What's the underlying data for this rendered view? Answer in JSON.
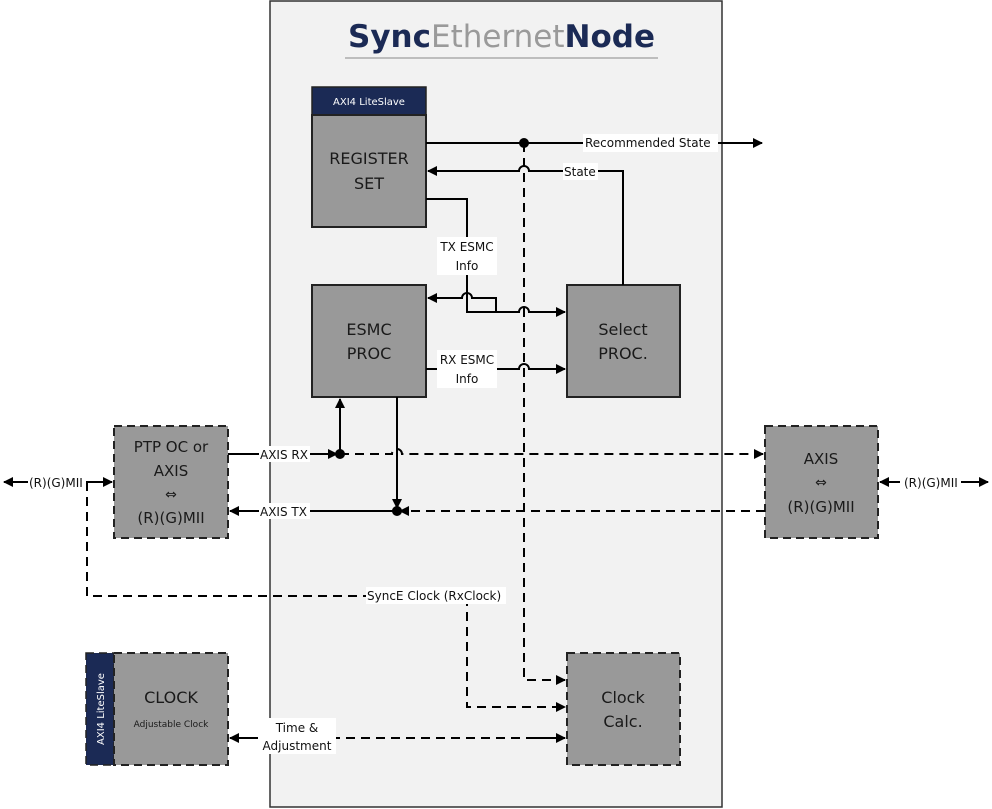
{
  "title": {
    "part1": "Sync",
    "part2": "Ethernet",
    "part3": "Node"
  },
  "colors": {
    "block_fill": "#999999",
    "container_fill": "#f2f2f2",
    "navy": "#1b2a55",
    "title_gray": "#9a9a9a",
    "line": "#000000"
  },
  "blocks": {
    "register_set": {
      "header": "AXI4 LiteSlave",
      "line1": "REGISTER",
      "line2": "SET"
    },
    "esmc_proc": {
      "line1": "ESMC",
      "line2": "PROC"
    },
    "select_proc": {
      "line1": "Select",
      "line2": "PROC."
    },
    "ptp_oc": {
      "line1": "PTP OC or",
      "line2": "AXIS",
      "line3": "⇔",
      "line4": "(R)(G)MII"
    },
    "axis_right": {
      "line1": "AXIS",
      "line2": "⇔",
      "line3": "(R)(G)MII"
    },
    "clock": {
      "side_header": "AXI4 LiteSlave",
      "line1": "CLOCK",
      "line2": "Adjustable Clock"
    },
    "clock_calc": {
      "line1": "Clock",
      "line2": "Calc."
    }
  },
  "signals": {
    "recommended_state": "Recommended State",
    "state": "State",
    "tx_esmc_1": "TX ESMC",
    "tx_esmc_2": "Info",
    "rx_esmc_1": "RX ESMC",
    "rx_esmc_2": "Info",
    "axis_rx": "AXIS RX",
    "axis_tx": "AXIS TX",
    "rgmii_left": "(R)(G)MII",
    "rgmii_right": "(R)(G)MII",
    "synce_clock": "SyncE Clock (RxClock)",
    "time_adj_1": "Time &",
    "time_adj_2": "Adjustment"
  }
}
